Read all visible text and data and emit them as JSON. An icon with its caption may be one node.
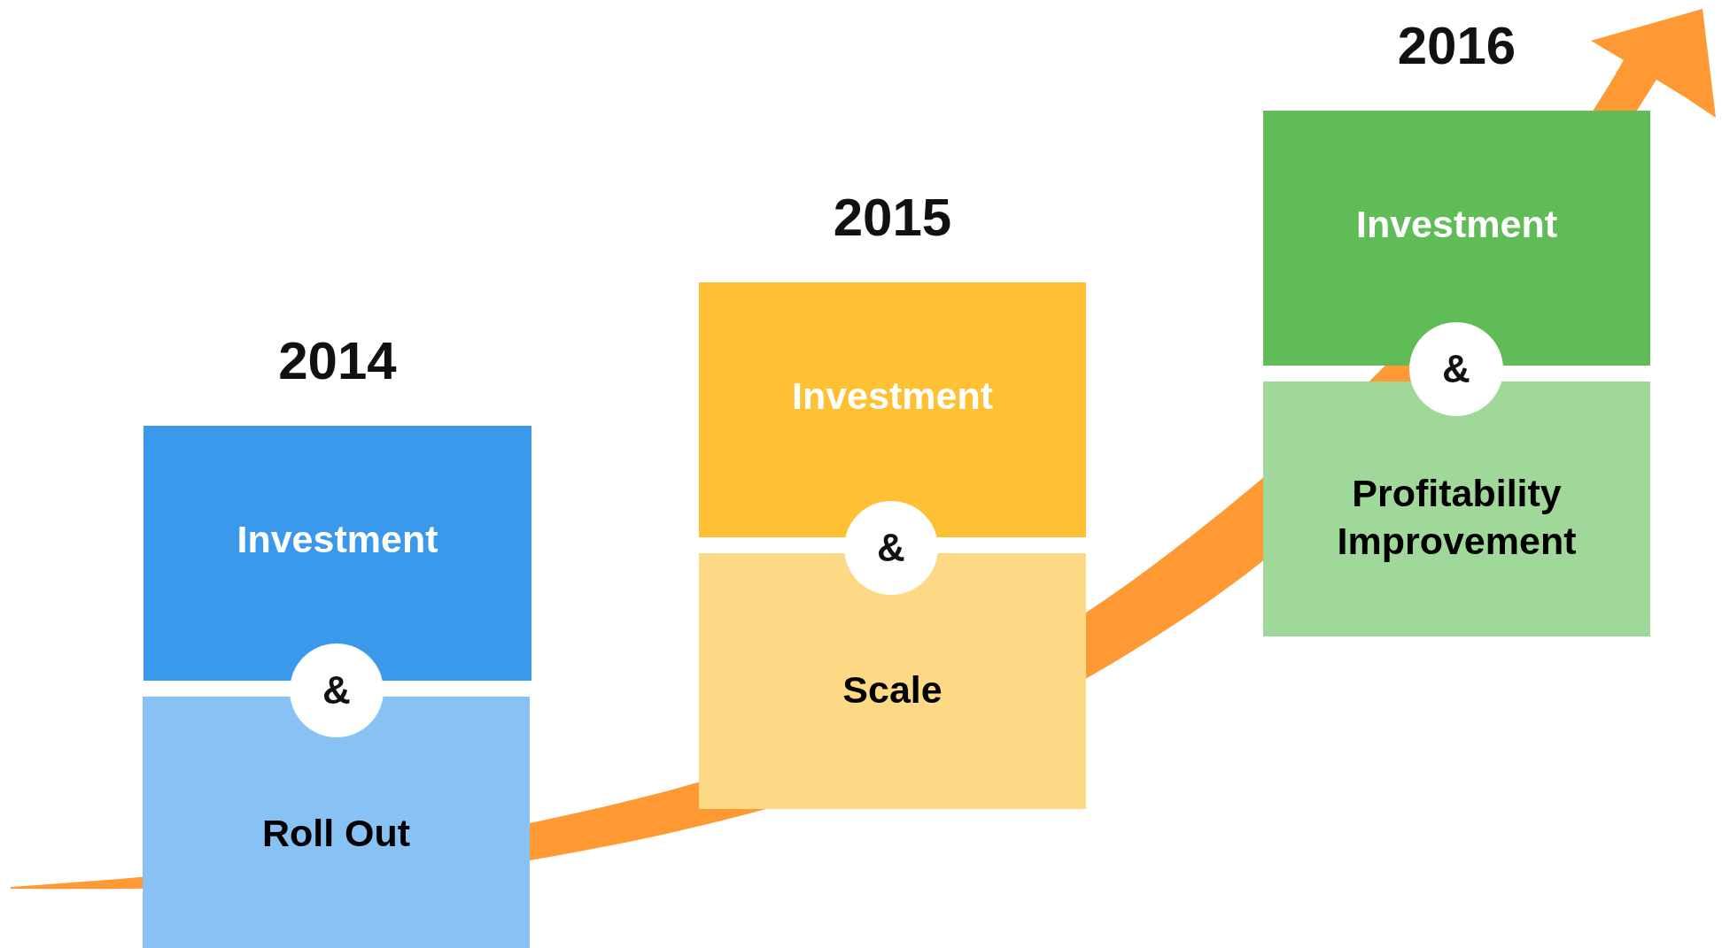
{
  "diagram": {
    "nodes": [
      {
        "text": [
          "2014",
          "Investment"
        ]
      },
      {
        "text": [
          "&"
        ]
      },
      {
        "text": [
          "Roll Out"
        ]
      },
      {
        "text": [
          "2015",
          "Investment"
        ]
      },
      {
        "text": [
          "&"
        ]
      },
      {
        "text": [
          "Scale"
        ]
      },
      {
        "text": [
          "2016",
          "Investment"
        ]
      },
      {
        "text": [
          "&"
        ]
      },
      {
        "text": [
          "Profitability Improvement"
        ]
      }
    ]
  }
}
